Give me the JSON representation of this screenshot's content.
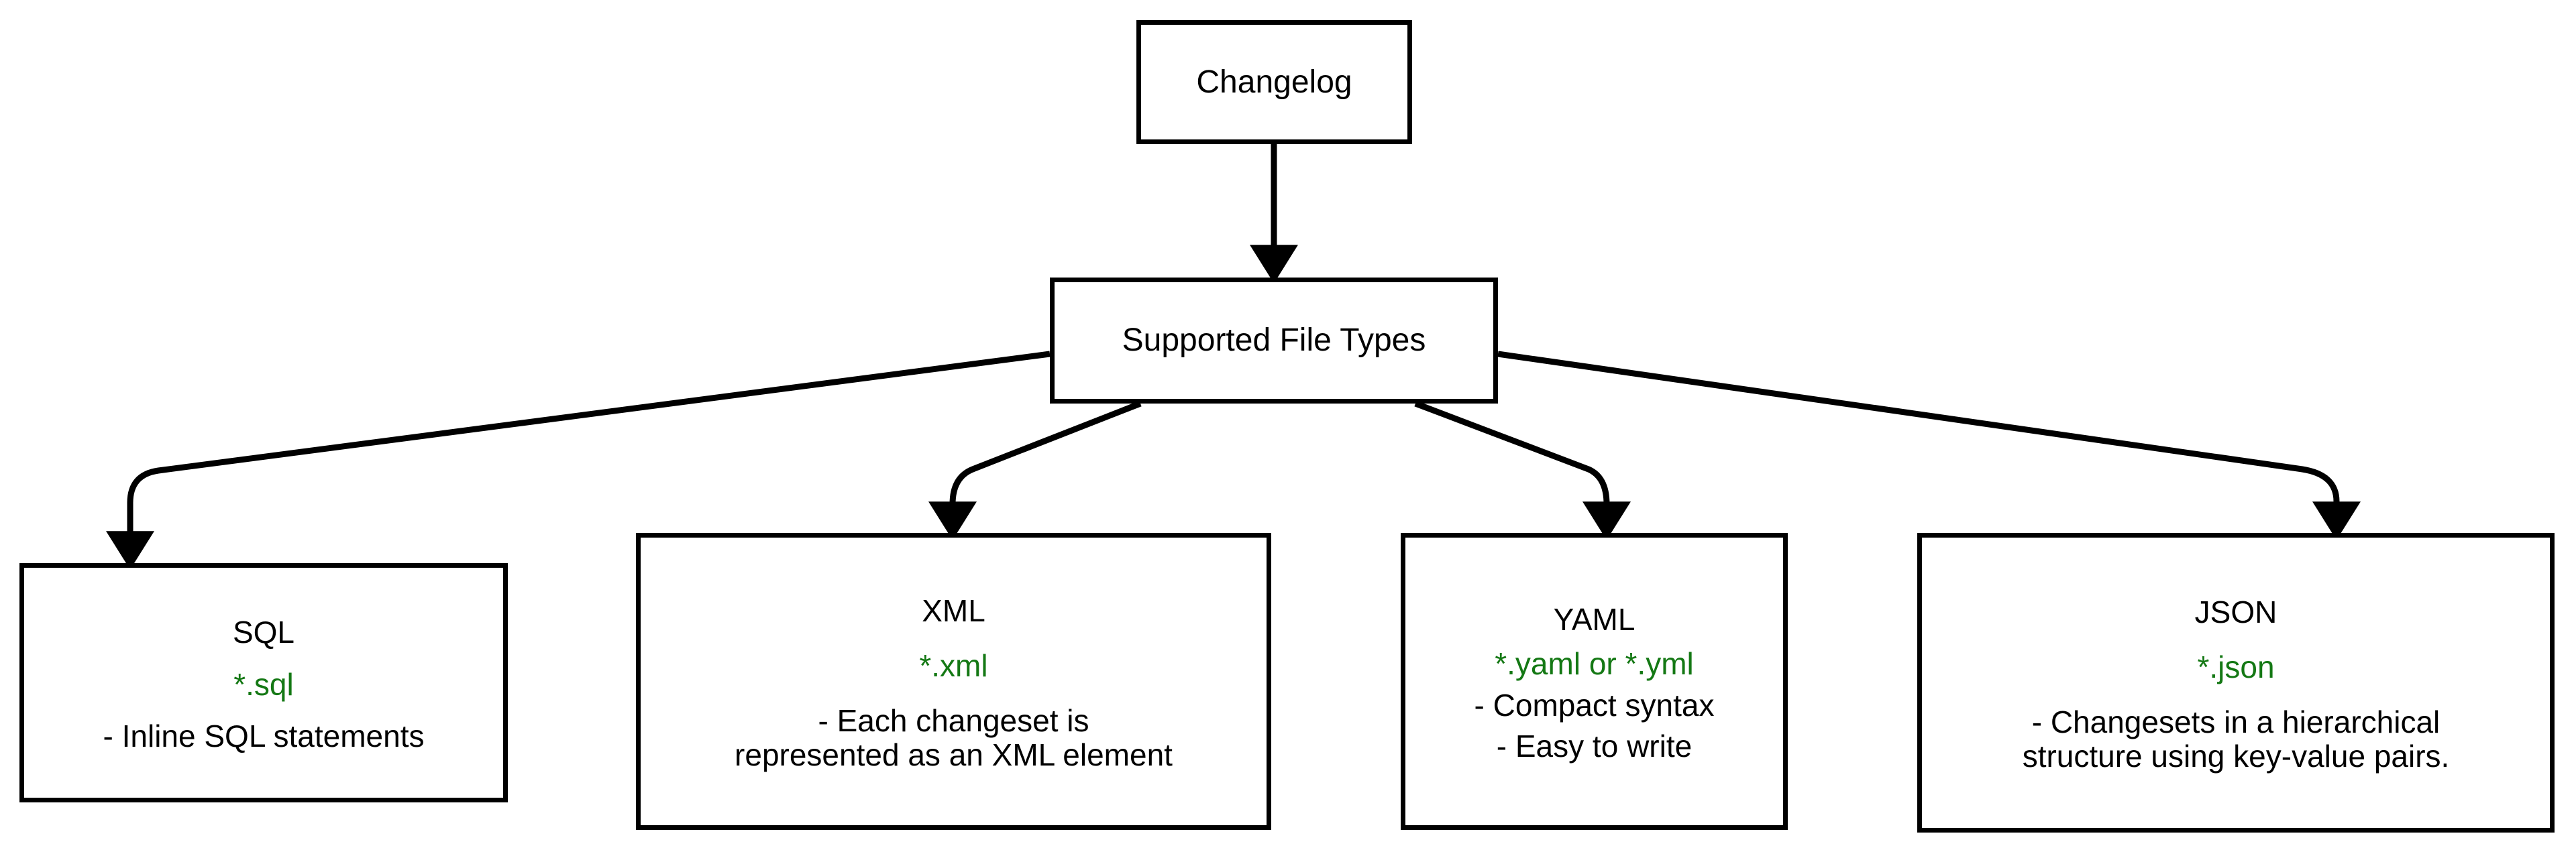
{
  "diagram": {
    "title": "Changelog Supported File Types",
    "type": "flowchart",
    "background_color": "#ffffff",
    "stroke_color": "#000000",
    "extension_color": "#147814"
  },
  "nodes": {
    "changelog": {
      "label": "Changelog"
    },
    "supported": {
      "label": "Supported File Types"
    },
    "sql": {
      "title": "SQL",
      "extension": "*.sql",
      "desc_line1": "- Inline SQL statements"
    },
    "xml": {
      "title": "XML",
      "extension": "*.xml",
      "desc_line1": "- Each changeset is",
      "desc_line2": "represented as an XML element"
    },
    "yaml": {
      "title": "YAML",
      "extension": "*.yaml or *.yml",
      "desc_line1": "- Compact syntax",
      "desc_line2": "- Easy to write"
    },
    "json": {
      "title": "JSON",
      "extension": "*.json",
      "desc_line1": "- Changesets in a hierarchical",
      "desc_line2": "structure using key-value pairs."
    }
  },
  "edges": [
    {
      "from": "Changelog",
      "to": "Supported File Types"
    },
    {
      "from": "Supported File Types",
      "to": "SQL"
    },
    {
      "from": "Supported File Types",
      "to": "XML"
    },
    {
      "from": "Supported File Types",
      "to": "YAML"
    },
    {
      "from": "Supported File Types",
      "to": "JSON"
    }
  ]
}
